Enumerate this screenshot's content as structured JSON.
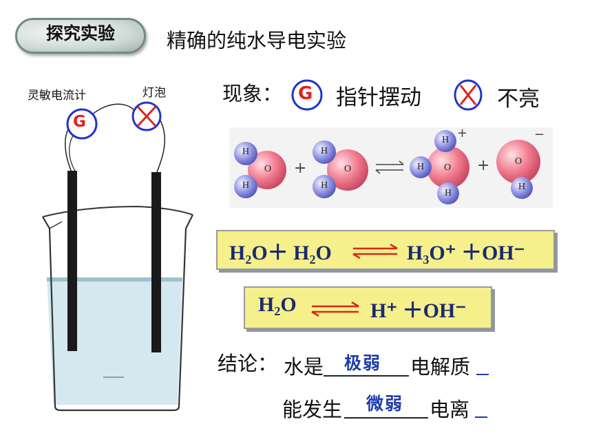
{
  "header": {
    "badge": "探究实验",
    "title": "精确的纯水导电实验"
  },
  "apparatus": {
    "galvanometer_label": "灵敏电流计",
    "galvanometer_symbol": "G",
    "bulb_label": "灯泡"
  },
  "phenomenon": {
    "label": "现象：",
    "galvanometer_symbol": "G",
    "needle_text": "指针摆动",
    "bulb_text": "不亮"
  },
  "molecules": {
    "h": "H",
    "o": "O",
    "plus": "+",
    "minus": "−"
  },
  "equation1": {
    "left": "H₂O＋ H₂O",
    "right": "H₃O⁺ ＋OH⁻"
  },
  "equation2": {
    "left": "H₂O",
    "right": "H⁺ ＋OH⁻"
  },
  "conclusion": {
    "label": "结论：",
    "line1_prefix": "水是",
    "line1_fill": "极弱",
    "line1_suffix": "电解质",
    "line2_prefix": "能发生",
    "line2_fill": "微弱",
    "line2_suffix": "电离"
  },
  "colors": {
    "fill_text": "#1e3da8",
    "equation_bg": "#f5f08c",
    "arrow": "#d8261c"
  }
}
